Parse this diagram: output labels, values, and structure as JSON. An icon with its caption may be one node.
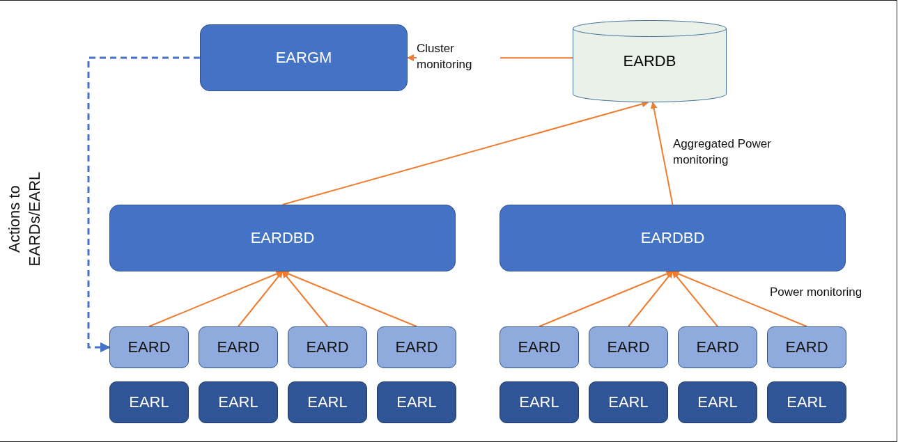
{
  "diagram": {
    "nodes": [
      {
        "text": [
          "EARGM"
        ]
      },
      {
        "text": [
          "EARDB"
        ]
      },
      {
        "text": [
          "EARDBD"
        ]
      },
      {
        "text": [
          "EARDBD"
        ]
      },
      {
        "text": [
          "EARD"
        ]
      },
      {
        "text": [
          "EARD"
        ]
      },
      {
        "text": [
          "EARD"
        ]
      },
      {
        "text": [
          "EARD"
        ]
      },
      {
        "text": [
          "EARD"
        ]
      },
      {
        "text": [
          "EARD"
        ]
      },
      {
        "text": [
          "EARD"
        ]
      },
      {
        "text": [
          "EARD"
        ]
      },
      {
        "text": [
          "EARL"
        ]
      },
      {
        "text": [
          "EARL"
        ]
      },
      {
        "text": [
          "EARL"
        ]
      },
      {
        "text": [
          "EARL"
        ]
      },
      {
        "text": [
          "EARL"
        ]
      },
      {
        "text": [
          "EARL"
        ]
      },
      {
        "text": [
          "EARL"
        ]
      },
      {
        "text": [
          "EARL"
        ]
      }
    ],
    "edges": [
      {
        "from": 1,
        "to": 0,
        "arrow": "to",
        "label": "Cluster monitoring"
      },
      {
        "from": 2,
        "to": 1,
        "arrow": "to"
      },
      {
        "from": 3,
        "to": 1,
        "arrow": "to",
        "label": "Aggregated Power monitoring"
      },
      {
        "from": 4,
        "to": 2,
        "arrow": "to"
      },
      {
        "from": 5,
        "to": 2,
        "arrow": "to"
      },
      {
        "from": 6,
        "to": 2,
        "arrow": "to"
      },
      {
        "from": 7,
        "to": 2,
        "arrow": "to"
      },
      {
        "from": 8,
        "to": 3,
        "arrow": "to"
      },
      {
        "from": 9,
        "to": 3,
        "arrow": "to"
      },
      {
        "from": 10,
        "to": 3,
        "arrow": "to"
      },
      {
        "from": 11,
        "to": 3,
        "arrow": "to"
      },
      {
        "from": 0,
        "to": 4,
        "arrow": "to",
        "label": "Actions to EARDs/EARL",
        "style": "dashed",
        "color": "#4472c4"
      }
    ],
    "labels": [
      "Power monitoring"
    ]
  }
}
